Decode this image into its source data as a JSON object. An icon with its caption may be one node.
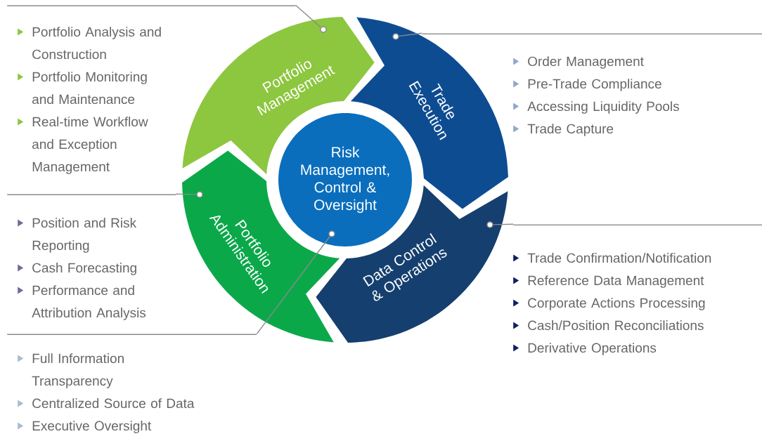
{
  "diagram": {
    "nodes": [
      {
        "text": [
          "Portfolio Management"
        ]
      },
      {
        "text": [
          "Trade Execution"
        ]
      },
      {
        "text": [
          "Data Control & Operations"
        ]
      },
      {
        "text": [
          "Portfolio Administration"
        ]
      },
      {
        "text": [
          "Risk Management, Control & Oversight"
        ]
      },
      {
        "text": [
          "Portfolio Analysis and Construction",
          "Portfolio Monitoring and Maintenance",
          "Real-time Workflow and Exception Management"
        ]
      },
      {
        "text": [
          "Order Management",
          "Pre-Trade Compliance",
          "Accessing Liquidity Pools",
          "Trade Capture"
        ]
      },
      {
        "text": [
          "Trade Confirmation/Notification",
          "Reference Data Management",
          "Corporate Actions Processing",
          "Cash/Position Reconciliations",
          "Derivative Operations"
        ]
      },
      {
        "text": [
          "Position and Risk Reporting",
          "Cash Forecasting",
          "Performance and Attribution Analysis"
        ]
      },
      {
        "text": [
          "Full Information Transparency",
          "Centralized Source of Data",
          "Executive Oversight"
        ]
      }
    ],
    "edges": [
      {
        "from": 0,
        "to": 5,
        "arrow": "none"
      },
      {
        "from": 1,
        "to": 6,
        "arrow": "none"
      },
      {
        "from": 2,
        "to": 7,
        "arrow": "none"
      },
      {
        "from": 3,
        "to": 8,
        "arrow": "none"
      },
      {
        "from": 4,
        "to": 9,
        "arrow": "none"
      }
    ]
  }
}
